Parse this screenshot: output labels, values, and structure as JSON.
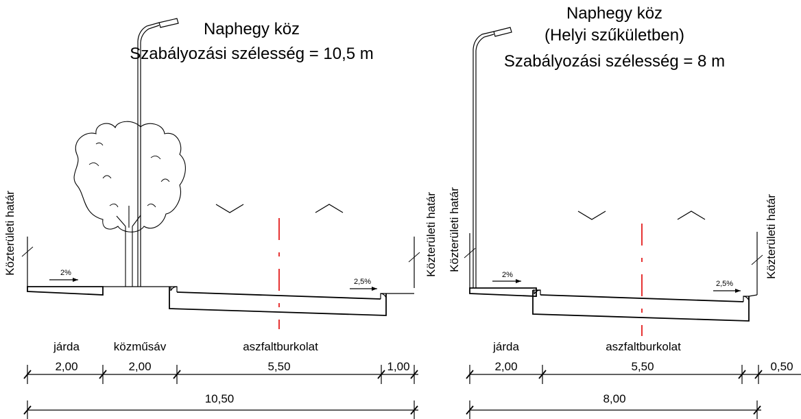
{
  "left": {
    "title": "Naphegy köz",
    "subtitle": "Szabályozási szélesség = 10,5 m",
    "boundary_left": "Közterületi határ",
    "boundary_right": "Közterületi határ",
    "slope_sidewalk": "2%",
    "slope_road": "2,5%",
    "labels": [
      "járda",
      "közműsáv",
      "aszfaltburkolat"
    ],
    "dims": [
      "2,00",
      "2,00",
      "5,50",
      "1,00"
    ],
    "total": "10,50"
  },
  "right": {
    "title": "Naphegy köz",
    "subtitle": "(Helyi szűkületben)",
    "subtitle2": "Szabályozási szélesség = 8 m",
    "boundary_left": "Közterületi határ",
    "boundary_right": "Közterületi határ",
    "slope_sidewalk": "2%",
    "slope_road": "2,5%",
    "labels": [
      "járda",
      "aszfaltburkolat"
    ],
    "dims": [
      "2,00",
      "5,50",
      "0,50"
    ],
    "total": "8,00"
  }
}
